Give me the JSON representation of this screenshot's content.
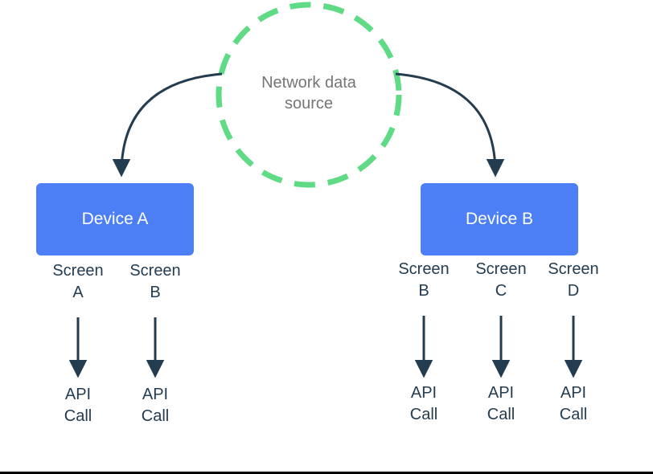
{
  "colors": {
    "circle_stroke": "#5FDB85",
    "device_fill": "#4C7FF5",
    "device_text": "#FFFFFF",
    "label_text": "#233C50",
    "arrow_color": "#233C50",
    "source_text": "#757575"
  },
  "network_source": {
    "label": "Network data source"
  },
  "devices": [
    {
      "label": "Device A",
      "screens": [
        {
          "label": "Screen A",
          "api_call": "API Call"
        },
        {
          "label": "Screen B",
          "api_call": "API Call"
        }
      ]
    },
    {
      "label": "Device B",
      "screens": [
        {
          "label": "Screen B",
          "api_call": "API Call"
        },
        {
          "label": "Screen C",
          "api_call": "API Call"
        },
        {
          "label": "Screen D",
          "api_call": "API Call"
        }
      ]
    }
  ]
}
